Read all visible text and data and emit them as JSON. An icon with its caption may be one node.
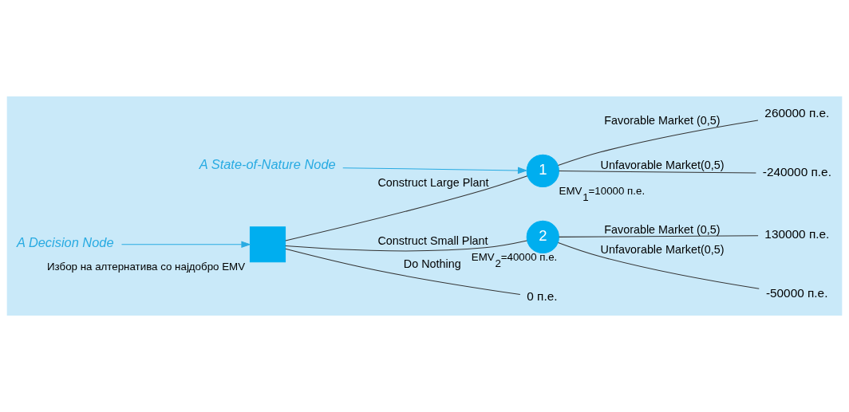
{
  "diagram": {
    "nodes": [
      {
        "text": [
          "A Decision Node"
        ]
      },
      {
        "text": [],
        "shape": "box",
        "beside": [
          "Избор на алтернатива со најдобро EMV"
        ]
      },
      {
        "text": [
          "A State-of-Nature Node"
        ]
      },
      {
        "text": [
          "1"
        ],
        "beside": [
          "EMV$_{1}$=10000 п.е."
        ]
      },
      {
        "text": [
          "2"
        ],
        "beside": [
          "EMV$_{2}$=40000 п.е."
        ]
      },
      {
        "text": [
          "260000 п.е."
        ]
      },
      {
        "text": [
          "-240000 п.е."
        ]
      },
      {
        "text": [
          "130000 п.е."
        ]
      },
      {
        "text": [
          "-50000 п.е."
        ]
      },
      {
        "text": [
          "0 п.е."
        ]
      }
    ],
    "edges": [
      {
        "from": 0,
        "to": 1,
        "arrow": "to",
        "color": "#29abe2"
      },
      {
        "from": 2,
        "to": 3,
        "arrow": "to",
        "color": "#29abe2"
      },
      {
        "from": 1,
        "to": 3,
        "arrow": "none",
        "label": "Construct Large Plant"
      },
      {
        "from": 1,
        "to": 4,
        "arrow": "none",
        "label": "Construct Small Plant"
      },
      {
        "from": 1,
        "to": 9,
        "arrow": "none",
        "label": "Do Nothing"
      },
      {
        "from": 3,
        "to": 5,
        "arrow": "none",
        "label": "Favorable Market (0,5)"
      },
      {
        "from": 3,
        "to": 6,
        "arrow": "none",
        "label": "Unfavorable Market(0,5)"
      },
      {
        "from": 4,
        "to": 7,
        "arrow": "none",
        "label": "Favorable Market (0,5)"
      },
      {
        "from": 4,
        "to": 8,
        "arrow": "none",
        "label": "Unfavorable Market(0,5)"
      }
    ]
  }
}
